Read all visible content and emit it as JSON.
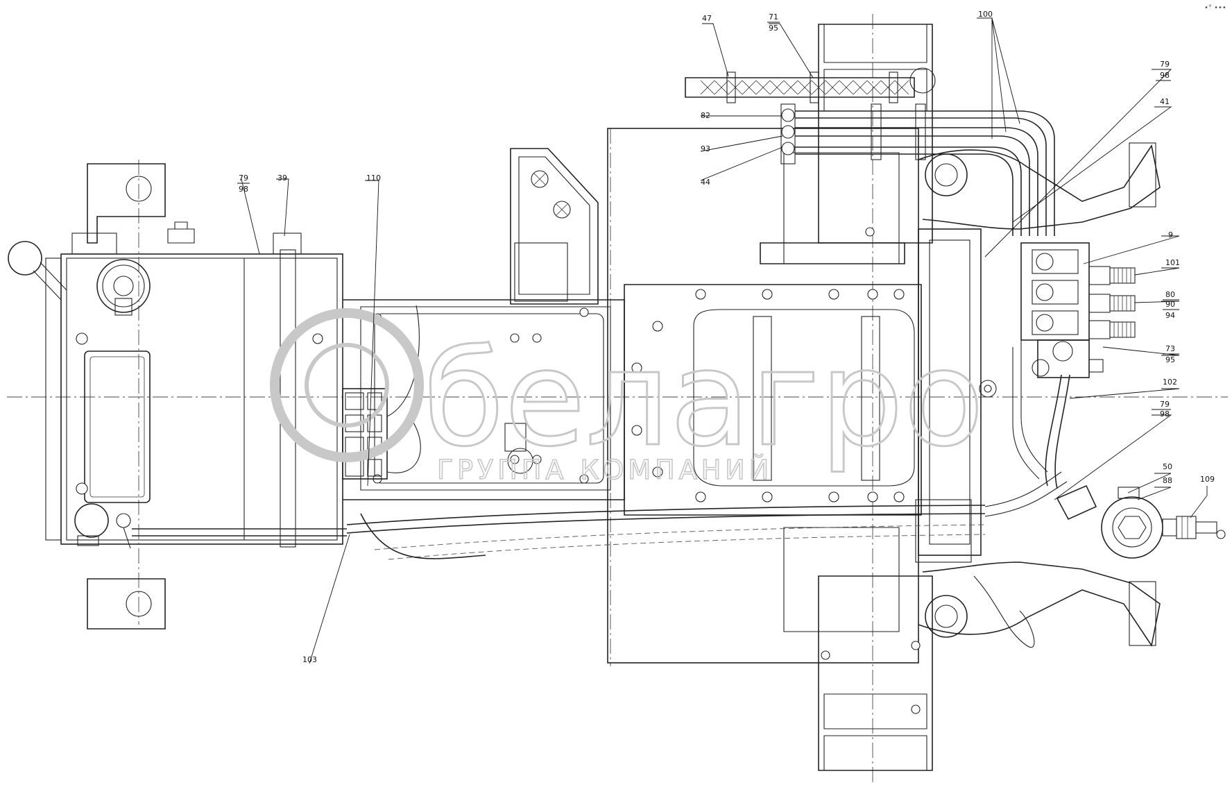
{
  "watermark": {
    "brand": "белагро",
    "tagline": "ГРУППА КОМПАНИЙ"
  },
  "corner_mark": "•° •••",
  "callouts": [
    {
      "id": "47",
      "top": "47"
    },
    {
      "id": "71-95",
      "top": "71",
      "bottom": "95"
    },
    {
      "id": "100",
      "top": "100"
    },
    {
      "id": "79-98-a",
      "top": "79",
      "bottom": "98"
    },
    {
      "id": "41",
      "top": "41"
    },
    {
      "id": "82",
      "top": "82"
    },
    {
      "id": "93",
      "top": "93"
    },
    {
      "id": "44",
      "top": "44"
    },
    {
      "id": "79-98-b",
      "top": "79",
      "bottom": "98"
    },
    {
      "id": "39",
      "top": "39"
    },
    {
      "id": "110",
      "top": "110"
    },
    {
      "id": "9",
      "top": "9"
    },
    {
      "id": "101",
      "top": "101"
    },
    {
      "id": "80-90-94",
      "top": "80",
      "mid": "90",
      "bottom": "94"
    },
    {
      "id": "73-95",
      "top": "73",
      "bottom": "95"
    },
    {
      "id": "102",
      "top": "102"
    },
    {
      "id": "79-98-c",
      "top": "79",
      "bottom": "98"
    },
    {
      "id": "50",
      "top": "50"
    },
    {
      "id": "88",
      "top": "88"
    },
    {
      "id": "109",
      "top": "109"
    },
    {
      "id": "103",
      "top": "103"
    }
  ]
}
